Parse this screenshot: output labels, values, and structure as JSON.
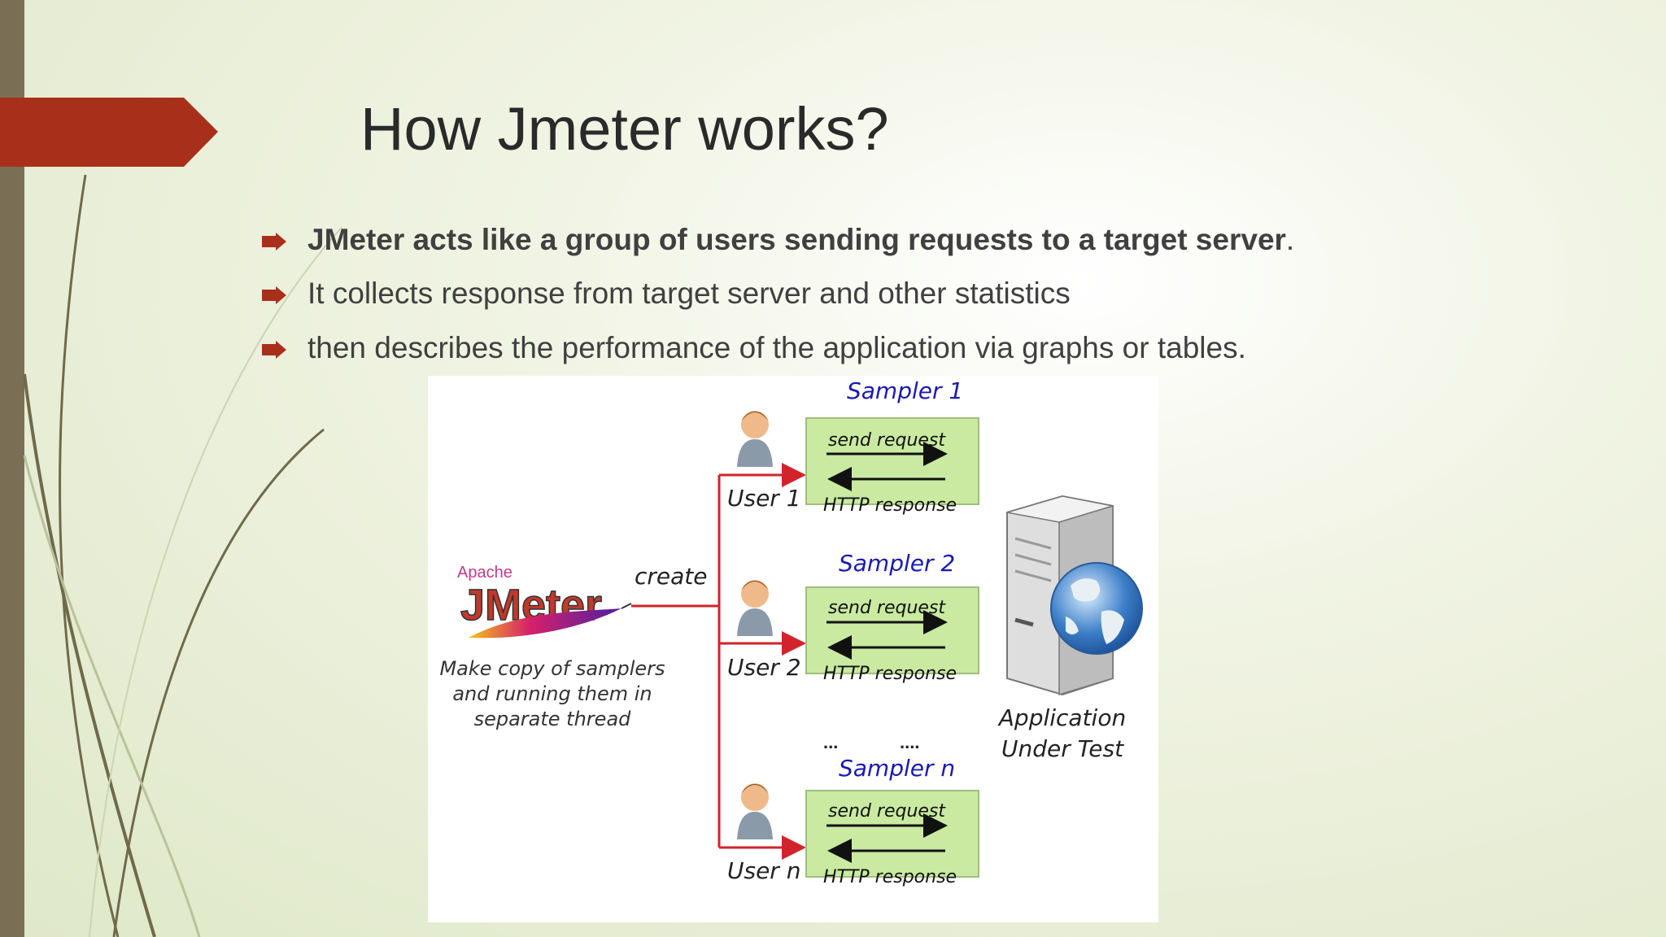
{
  "slide": {
    "title": "How Jmeter works?",
    "bullets": [
      {
        "text": "JMeter acts like a group of users sending requests to a target server",
        "suffix": "."
      },
      {
        "text": "It collects response from target server and other statistics"
      },
      {
        "text": "then describes the performance of the application via graphs or tables."
      }
    ]
  },
  "diagram": {
    "logo_small": "Apache",
    "logo_big": "JMeter",
    "create_label": "create",
    "caption_lines": [
      "Make copy of samplers",
      "and running them in",
      "separate thread"
    ],
    "samplers": [
      {
        "title": "Sampler 1",
        "user": "User 1",
        "send": "send request",
        "response": "HTTP response"
      },
      {
        "title": "Sampler 2",
        "user": "User 2",
        "send": "send request",
        "response": "HTTP response"
      },
      {
        "title": "Sampler n",
        "user": "User n",
        "send": "send request",
        "response": "HTTP response"
      }
    ],
    "ellipsis_left": "...",
    "ellipsis_right": "....",
    "server_label_lines": [
      "Application",
      "Under Test"
    ]
  },
  "colors": {
    "accent": "#a8301a",
    "sidebar": "#7a6f55",
    "sampler_box": "#c9eaa0",
    "arrow_red": "#d2232a",
    "sampler_title": "#1a1ab0"
  }
}
